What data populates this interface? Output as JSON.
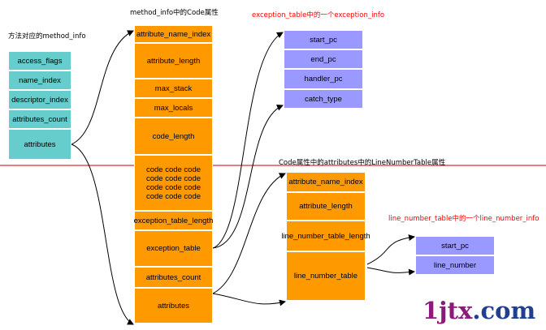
{
  "labels": {
    "method_info": "方法对应的method_info",
    "code_attr": "method_info中的Code属性",
    "exception_info": "exception_table中的一个exception_info",
    "lnt_attr": "Code属性中的attributes中的LineNumberTable属性",
    "lnt_info": "line_number_table中的一个line_number_info"
  },
  "method_info": [
    "access_flags",
    "name_index",
    "descriptor_index",
    "attributes_count",
    "attributes"
  ],
  "code_attr": {
    "attribute_name_index": "attribute_name_index",
    "attribute_length": "attribute_length",
    "max_stack": "max_stack",
    "max_locals": "max_locals",
    "code_length": "code_length",
    "code_lines": [
      "code code code",
      "code code code",
      "code code code",
      "code code code"
    ],
    "exception_table_length": "exception_table_length",
    "exception_table": "exception_table",
    "attributes_count": "attributes_count",
    "attributes": "attributes"
  },
  "exception_info": [
    "start_pc",
    "end_pc",
    "handler_pc",
    "catch_type"
  ],
  "lnt_attr": [
    "attribute_name_index",
    "attribute_length",
    "line_number_table_length",
    "line_number_table"
  ],
  "lnt_info": [
    "start_pc",
    "line_number"
  ],
  "watermark": {
    "part1": "1jtx",
    "part2": ".com"
  },
  "colors": {
    "teal": "#66cccc",
    "orange": "#ff9900",
    "purple": "#9999ff",
    "red_label": "#ff0000",
    "divider": "#cc0000"
  }
}
